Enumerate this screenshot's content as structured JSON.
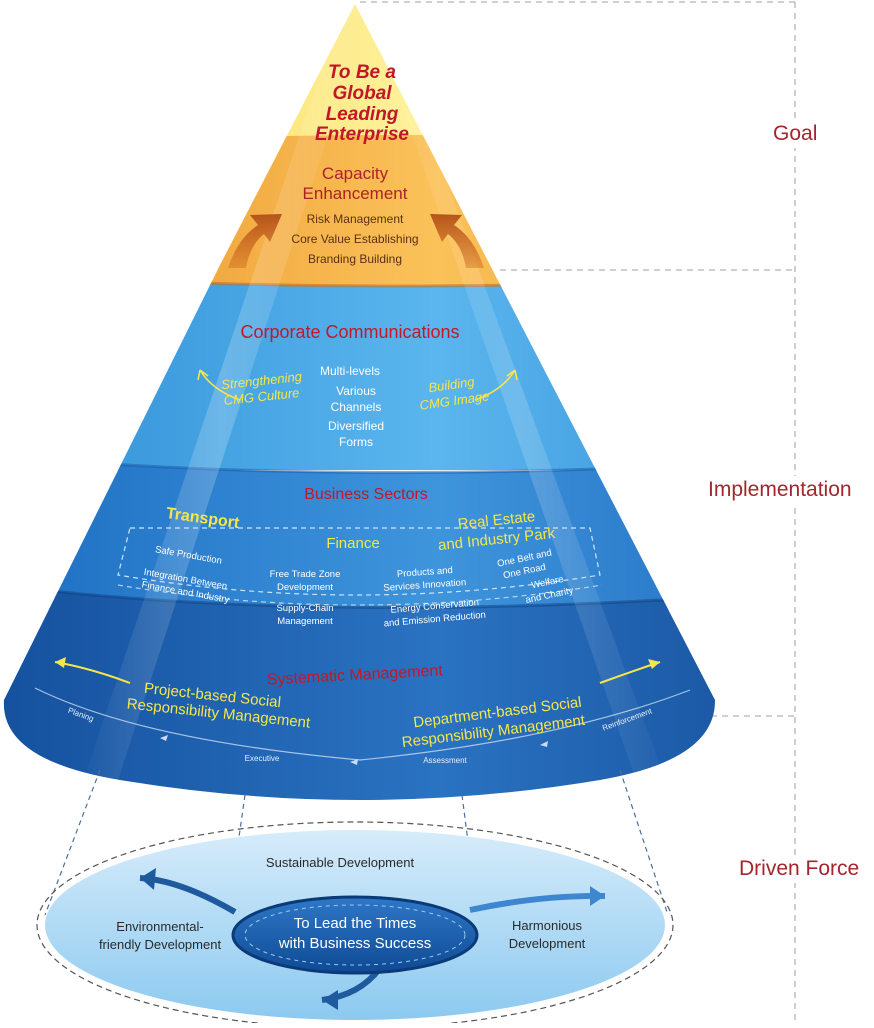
{
  "colors": {
    "red_text": "#c0182a",
    "yellow_text": "#f5e64a",
    "side_text": "#a3262c"
  },
  "side_labels": {
    "goal": "Goal",
    "implementation": "Implementation",
    "driven_force": "Driven Force"
  },
  "goal": {
    "line1": "To Be a",
    "line2": "Global",
    "line3": "Leading",
    "line4": "Enterprise"
  },
  "capacity": {
    "title1": "Capacity",
    "title2": "Enhancement",
    "items": [
      "Risk Management",
      "Core Value Establishing",
      "Branding Building"
    ]
  },
  "communications": {
    "title": "Corporate Communications",
    "left1": "Strengthening",
    "left2": "CMG Culture",
    "right1": "Building",
    "right2": "CMG Image",
    "center": [
      "Multi-levels",
      "Various",
      "Channels",
      "Diversified",
      "Forms"
    ]
  },
  "business": {
    "title": "Business Sectors",
    "transport": "Transport",
    "finance": "Finance",
    "realestate1": "Real Estate",
    "realestate2": "and Industry Park",
    "safe_production": "Safe Production",
    "integration1": "Integration Between",
    "integration2": "Finance and Industry",
    "ftz1": "Free Trade Zone",
    "ftz2": "Development",
    "supply1": "Supply-Chain",
    "supply2": "Management",
    "products1": "Products and",
    "products2": "Services Innovation",
    "energy1": "Energy Conservation",
    "energy2": "and Emission Reduction",
    "belt1": "One Belt and",
    "belt2": "One Road",
    "welfare1": "Welfare",
    "welfare2": "and Charity"
  },
  "management": {
    "title": "Systematic Management",
    "project1": "Project-based Social",
    "project2": "Responsibility Management",
    "dept1": "Department-based Social",
    "dept2": "Responsibility Management",
    "steps": [
      "Planing",
      "Executive",
      "Assessment",
      "Reinforcement"
    ]
  },
  "driven": {
    "center1": "To Lead the Times",
    "center2": "with Business Success",
    "top": "Sustainable Development",
    "left1": "Environmental-",
    "left2": "friendly Development",
    "right1": "Harmonious",
    "right2": "Development"
  }
}
